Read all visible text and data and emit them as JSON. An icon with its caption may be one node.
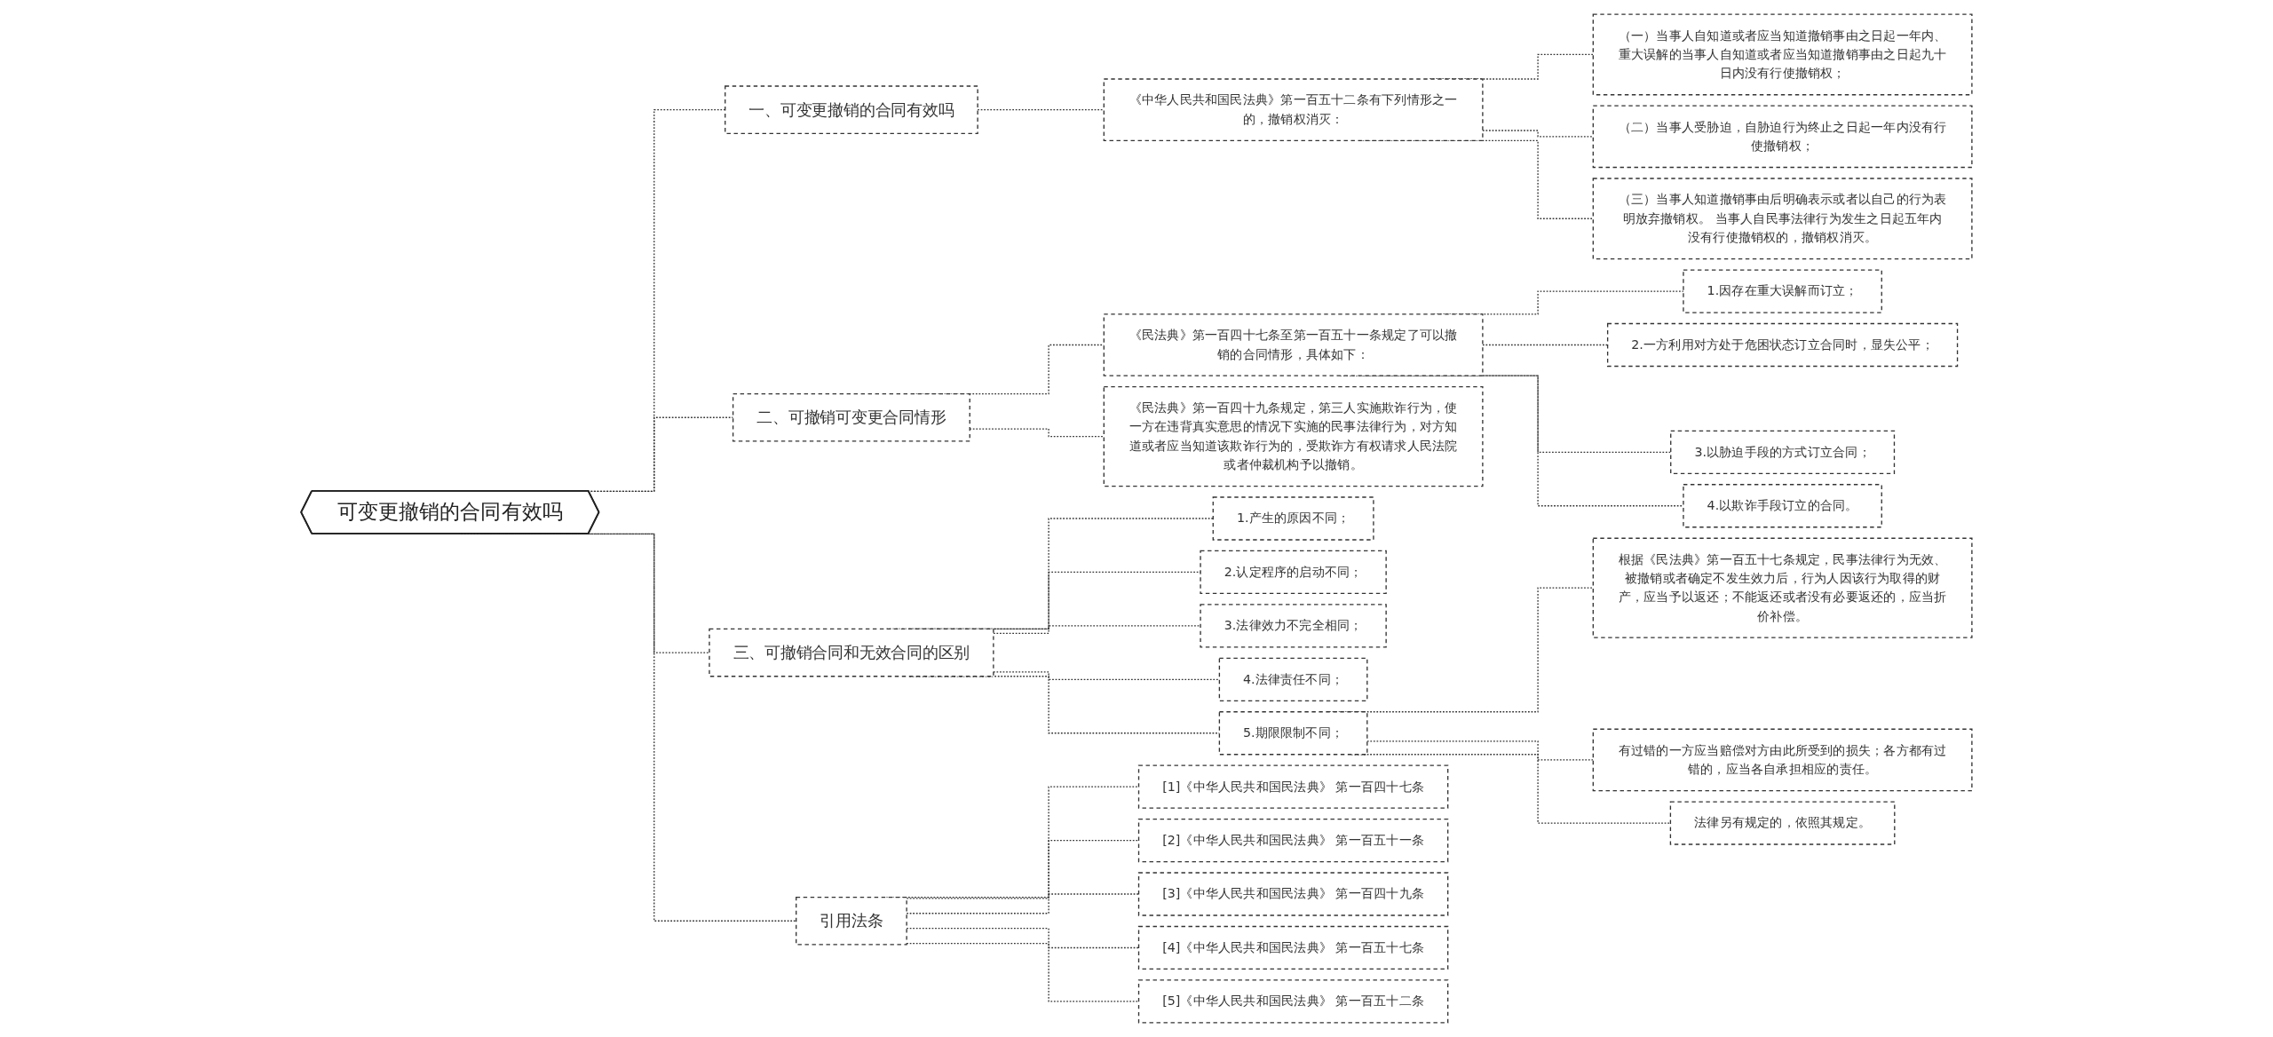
{
  "diagram": {
    "nodes": [
      {
        "text": [
          "可变更撤销的合同有效吗"
        ]
      },
      {
        "text": [
          "一、可变更撤销的合同有效吗"
        ]
      },
      {
        "text": [
          "《中华人民共和国民法典》第一百五十二条有下列情形之一的，撤销权消灭："
        ]
      },
      {
        "text": [
          "（一）当事人自知道或者应当知道撤销事由之日起一年内、重大误解的当事人自知道或者应当知道撤销事由之日起九十日内没有行使撤销权；"
        ]
      },
      {
        "text": [
          "（二）当事人受胁迫，自胁迫行为终止之日起一年内没有行使撤销权；"
        ]
      },
      {
        "text": [
          "（三）当事人知道撤销事由后明确表示或者以自己的行为表明放弃撤销权。 当事人自民事法律行为发生之日起五年内没有行使撤销权的，撤销权消灭。"
        ]
      },
      {
        "text": [
          "二、可撤销可变更合同情形"
        ]
      },
      {
        "text": [
          "《民法典》第一百四十七条至第一百五十一条规定了可以撤销的合同情形，具体如下："
        ]
      },
      {
        "text": [
          "1.因存在重大误解而订立；"
        ]
      },
      {
        "text": [
          "2.一方利用对方处于危困状态订立合同时，显失公平；"
        ]
      },
      {
        "text": [
          "3.以胁迫手段的方式订立合同；"
        ]
      },
      {
        "text": [
          "4.以欺诈手段订立的合同。"
        ]
      },
      {
        "text": [
          "《民法典》第一百四十九条规定，第三人实施欺诈行为，使一方在违背真实意思的情况下实施的民事法律行为，对方知道或者应当知道该欺诈行为的，受欺诈方有权请求人民法院或者仲裁机构予以撤销。"
        ]
      },
      {
        "text": [
          "三、可撤销合同和无效合同的区别"
        ]
      },
      {
        "text": [
          "1.产生的原因不同；"
        ]
      },
      {
        "text": [
          "2.认定程序的启动不同；"
        ]
      },
      {
        "text": [
          "3.法律效力不完全相同；"
        ]
      },
      {
        "text": [
          "4.法律责任不同；"
        ]
      },
      {
        "text": [
          "5.期限限制不同；"
        ]
      },
      {
        "text": [
          "根据《民法典》第一百五十七条规定，民事法律行为无效、被撤销或者确定不发生效力后，行为人因该行为取得的财产，应当予以返还；不能返还或者没有必要返还的，应当折价补偿。"
        ]
      },
      {
        "text": [
          "有过错的一方应当赔偿对方由此所受到的损失；各方都有过错的，应当各自承担相应的责任。"
        ]
      },
      {
        "text": [
          "法律另有规定的，依照其规定。"
        ]
      },
      {
        "text": [
          "引用法条"
        ]
      },
      {
        "text": [
          "[1]《中华人民共和国民法典》 第一百四十七条"
        ]
      },
      {
        "text": [
          "[2]《中华人民共和国民法典》 第一百五十一条"
        ]
      },
      {
        "text": [
          "[3]《中华人民共和国民法典》 第一百四十九条"
        ]
      },
      {
        "text": [
          "[4]《中华人民共和国民法典》 第一百五十七条"
        ]
      },
      {
        "text": [
          "[5]《中华人民共和国民法典》 第一百五十二条"
        ]
      }
    ],
    "edges": [
      {
        "from": 0,
        "to": 1,
        "arrow": "none",
        "style": "dashed"
      },
      {
        "from": 1,
        "to": 2,
        "arrow": "none",
        "style": "dashed"
      },
      {
        "from": 2,
        "to": 3,
        "arrow": "none",
        "style": "dashed"
      },
      {
        "from": 2,
        "to": 4,
        "arrow": "none",
        "style": "dashed"
      },
      {
        "from": 2,
        "to": 5,
        "arrow": "none",
        "style": "dashed"
      },
      {
        "from": 0,
        "to": 6,
        "arrow": "none",
        "style": "dashed"
      },
      {
        "from": 6,
        "to": 7,
        "arrow": "none",
        "style": "dashed"
      },
      {
        "from": 7,
        "to": 8,
        "arrow": "none",
        "style": "dashed"
      },
      {
        "from": 7,
        "to": 9,
        "arrow": "none",
        "style": "dashed"
      },
      {
        "from": 7,
        "to": 10,
        "arrow": "none",
        "style": "dashed"
      },
      {
        "from": 7,
        "to": 11,
        "arrow": "none",
        "style": "dashed"
      },
      {
        "from": 6,
        "to": 12,
        "arrow": "none",
        "style": "dashed"
      },
      {
        "from": 0,
        "to": 13,
        "arrow": "none",
        "style": "dashed"
      },
      {
        "from": 13,
        "to": 14,
        "arrow": "none",
        "style": "dashed"
      },
      {
        "from": 13,
        "to": 15,
        "arrow": "none",
        "style": "dashed"
      },
      {
        "from": 13,
        "to": 16,
        "arrow": "none",
        "style": "dashed"
      },
      {
        "from": 13,
        "to": 17,
        "arrow": "none",
        "style": "dashed"
      },
      {
        "from": 13,
        "to": 18,
        "arrow": "none",
        "style": "dashed"
      },
      {
        "from": 18,
        "to": 19,
        "arrow": "none",
        "style": "dashed"
      },
      {
        "from": 18,
        "to": 20,
        "arrow": "none",
        "style": "dashed"
      },
      {
        "from": 18,
        "to": 21,
        "arrow": "none",
        "style": "dashed"
      },
      {
        "from": 0,
        "to": 22,
        "arrow": "none",
        "style": "dashed"
      },
      {
        "from": 22,
        "to": 23,
        "arrow": "none",
        "style": "dashed"
      },
      {
        "from": 22,
        "to": 24,
        "arrow": "none",
        "style": "dashed"
      },
      {
        "from": 22,
        "to": 25,
        "arrow": "none",
        "style": "dashed"
      },
      {
        "from": 22,
        "to": 26,
        "arrow": "none",
        "style": "dashed"
      },
      {
        "from": 22,
        "to": 27,
        "arrow": "none",
        "style": "dashed"
      }
    ]
  }
}
